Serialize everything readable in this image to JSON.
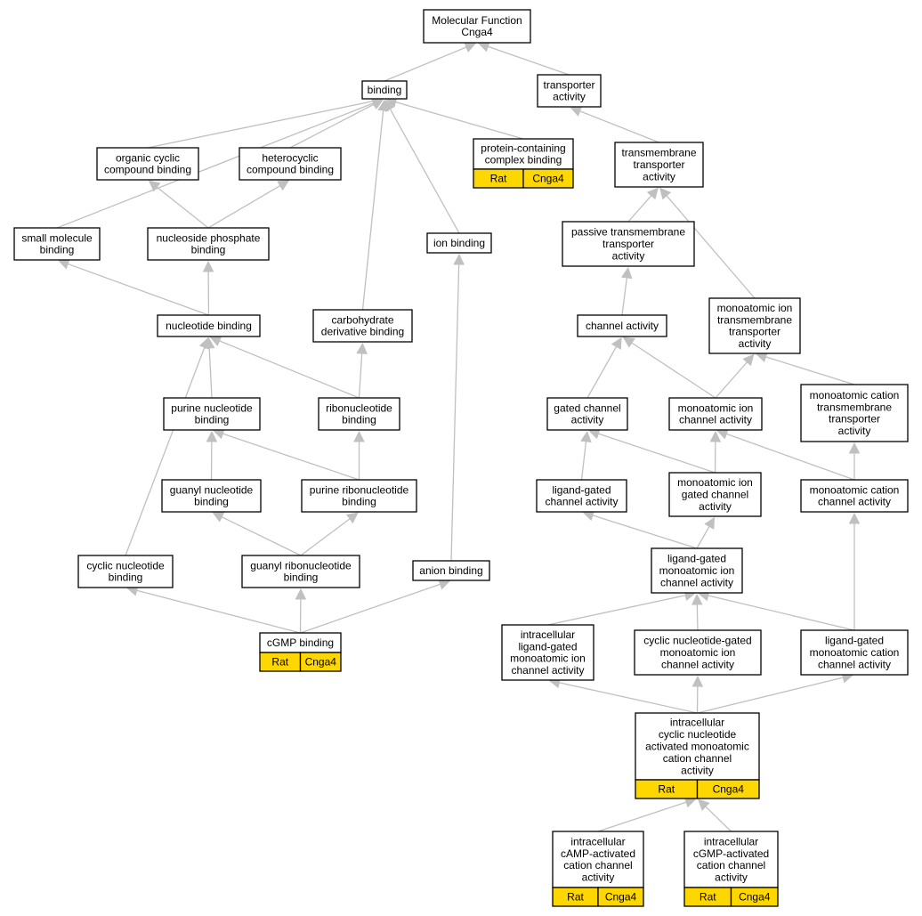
{
  "graph": {
    "nodes": [
      {
        "id": "mf",
        "lines": [
          "Molecular Function",
          "Cnga4"
        ]
      },
      {
        "id": "binding",
        "lines": [
          "binding"
        ]
      },
      {
        "id": "transporter",
        "lines": [
          "transporter",
          "activity"
        ]
      },
      {
        "id": "protein_complex",
        "lines": [
          "protein-containing",
          "complex binding"
        ],
        "annotation": [
          "Rat",
          "Cnga4"
        ]
      },
      {
        "id": "organic_cyclic",
        "lines": [
          "organic cyclic",
          "compound binding"
        ]
      },
      {
        "id": "heterocyclic",
        "lines": [
          "heterocyclic",
          "compound binding"
        ]
      },
      {
        "id": "tm_transporter",
        "lines": [
          "transmembrane",
          "transporter",
          "activity"
        ]
      },
      {
        "id": "small_molecule",
        "lines": [
          "small molecule",
          "binding"
        ]
      },
      {
        "id": "nucleoside_phosphate",
        "lines": [
          "nucleoside phosphate",
          "binding"
        ]
      },
      {
        "id": "ion_binding",
        "lines": [
          "ion binding"
        ]
      },
      {
        "id": "passive_tm",
        "lines": [
          "passive transmembrane",
          "transporter",
          "activity"
        ]
      },
      {
        "id": "nucleotide",
        "lines": [
          "nucleotide binding"
        ]
      },
      {
        "id": "carbohydrate",
        "lines": [
          "carbohydrate",
          "derivative binding"
        ]
      },
      {
        "id": "channel",
        "lines": [
          "channel activity"
        ]
      },
      {
        "id": "ion_tm",
        "lines": [
          "monoatomic ion",
          "transmembrane",
          "transporter",
          "activity"
        ]
      },
      {
        "id": "purine_nucleotide",
        "lines": [
          "purine nucleotide",
          "binding"
        ]
      },
      {
        "id": "ribonucleotide",
        "lines": [
          "ribonucleotide",
          "binding"
        ]
      },
      {
        "id": "gated_channel",
        "lines": [
          "gated channel",
          "activity"
        ]
      },
      {
        "id": "ion_channel",
        "lines": [
          "monoatomic ion",
          "channel activity"
        ]
      },
      {
        "id": "cation_tm",
        "lines": [
          "monoatomic cation",
          "transmembrane",
          "transporter",
          "activity"
        ]
      },
      {
        "id": "guanyl_nucleotide",
        "lines": [
          "guanyl nucleotide",
          "binding"
        ]
      },
      {
        "id": "purine_ribo",
        "lines": [
          "purine ribonucleotide",
          "binding"
        ]
      },
      {
        "id": "lg_channel",
        "lines": [
          "ligand-gated",
          "channel activity"
        ]
      },
      {
        "id": "ion_gated",
        "lines": [
          "monoatomic ion",
          "gated channel",
          "activity"
        ]
      },
      {
        "id": "cation_channel",
        "lines": [
          "monoatomic cation",
          "channel activity"
        ]
      },
      {
        "id": "cyclic_nucleotide",
        "lines": [
          "cyclic nucleotide",
          "binding"
        ]
      },
      {
        "id": "guanyl_ribo",
        "lines": [
          "guanyl ribonucleotide",
          "binding"
        ]
      },
      {
        "id": "anion",
        "lines": [
          "anion binding"
        ]
      },
      {
        "id": "lg_ion_channel",
        "lines": [
          "ligand-gated",
          "monoatomic ion",
          "channel activity"
        ]
      },
      {
        "id": "cgmp",
        "lines": [
          "cGMP binding"
        ],
        "annotation": [
          "Rat",
          "Cnga4"
        ]
      },
      {
        "id": "intra_lg",
        "lines": [
          "intracellular",
          "ligand-gated",
          "monoatomic ion",
          "channel activity"
        ]
      },
      {
        "id": "cn_gated",
        "lines": [
          "cyclic nucleotide-gated",
          "monoatomic ion",
          "channel activity"
        ]
      },
      {
        "id": "lg_cation",
        "lines": [
          "ligand-gated",
          "monoatomic cation",
          "channel activity"
        ]
      },
      {
        "id": "intra_cn_cation",
        "lines": [
          "intracellular",
          "cyclic nucleotide",
          "activated monoatomic",
          "cation channel",
          "activity"
        ],
        "annotation": [
          "Rat",
          "Cnga4"
        ]
      },
      {
        "id": "camp",
        "lines": [
          "intracellular",
          "cAMP-activated",
          "cation channel",
          "activity"
        ],
        "annotation": [
          "Rat",
          "Cnga4"
        ]
      },
      {
        "id": "cgmp_activated",
        "lines": [
          "intracellular",
          "cGMP-activated",
          "cation channel",
          "activity"
        ],
        "annotation": [
          "Rat",
          "Cnga4"
        ]
      }
    ],
    "edges": [
      [
        "binding",
        "mf"
      ],
      [
        "transporter",
        "mf"
      ],
      [
        "organic_cyclic",
        "binding"
      ],
      [
        "heterocyclic",
        "binding"
      ],
      [
        "small_molecule",
        "binding"
      ],
      [
        "protein_complex",
        "binding"
      ],
      [
        "ion_binding",
        "binding"
      ],
      [
        "carbohydrate",
        "binding"
      ],
      [
        "tm_transporter",
        "transporter"
      ],
      [
        "passive_tm",
        "tm_transporter"
      ],
      [
        "ion_tm",
        "tm_transporter"
      ],
      [
        "nucleoside_phosphate",
        "organic_cyclic"
      ],
      [
        "nucleoside_phosphate",
        "heterocyclic"
      ],
      [
        "nucleotide",
        "small_molecule"
      ],
      [
        "nucleotide",
        "nucleoside_phosphate"
      ],
      [
        "channel",
        "passive_tm"
      ],
      [
        "purine_nucleotide",
        "nucleotide"
      ],
      [
        "ribonucleotide",
        "nucleotide"
      ],
      [
        "cyclic_nucleotide",
        "nucleotide"
      ],
      [
        "ribonucleotide",
        "carbohydrate"
      ],
      [
        "gated_channel",
        "channel"
      ],
      [
        "ion_channel",
        "channel"
      ],
      [
        "ion_channel",
        "ion_tm"
      ],
      [
        "cation_tm",
        "ion_tm"
      ],
      [
        "guanyl_nucleotide",
        "purine_nucleotide"
      ],
      [
        "purine_ribo",
        "purine_nucleotide"
      ],
      [
        "purine_ribo",
        "ribonucleotide"
      ],
      [
        "lg_channel",
        "gated_channel"
      ],
      [
        "ion_gated",
        "gated_channel"
      ],
      [
        "ion_gated",
        "ion_channel"
      ],
      [
        "cation_channel",
        "ion_channel"
      ],
      [
        "cation_channel",
        "cation_tm"
      ],
      [
        "guanyl_ribo",
        "guanyl_nucleotide"
      ],
      [
        "guanyl_ribo",
        "purine_ribo"
      ],
      [
        "anion",
        "ion_binding"
      ],
      [
        "lg_ion_channel",
        "lg_channel"
      ],
      [
        "lg_ion_channel",
        "ion_gated"
      ],
      [
        "cgmp",
        "cyclic_nucleotide"
      ],
      [
        "cgmp",
        "guanyl_ribo"
      ],
      [
        "cgmp",
        "anion"
      ],
      [
        "intra_lg",
        "lg_ion_channel"
      ],
      [
        "cn_gated",
        "lg_ion_channel"
      ],
      [
        "lg_cation",
        "lg_ion_channel"
      ],
      [
        "lg_cation",
        "cation_channel"
      ],
      [
        "intra_cn_cation",
        "intra_lg"
      ],
      [
        "intra_cn_cation",
        "cn_gated"
      ],
      [
        "intra_cn_cation",
        "lg_cation"
      ],
      [
        "camp",
        "intra_cn_cation"
      ],
      [
        "cgmp_activated",
        "intra_cn_cation"
      ]
    ]
  }
}
